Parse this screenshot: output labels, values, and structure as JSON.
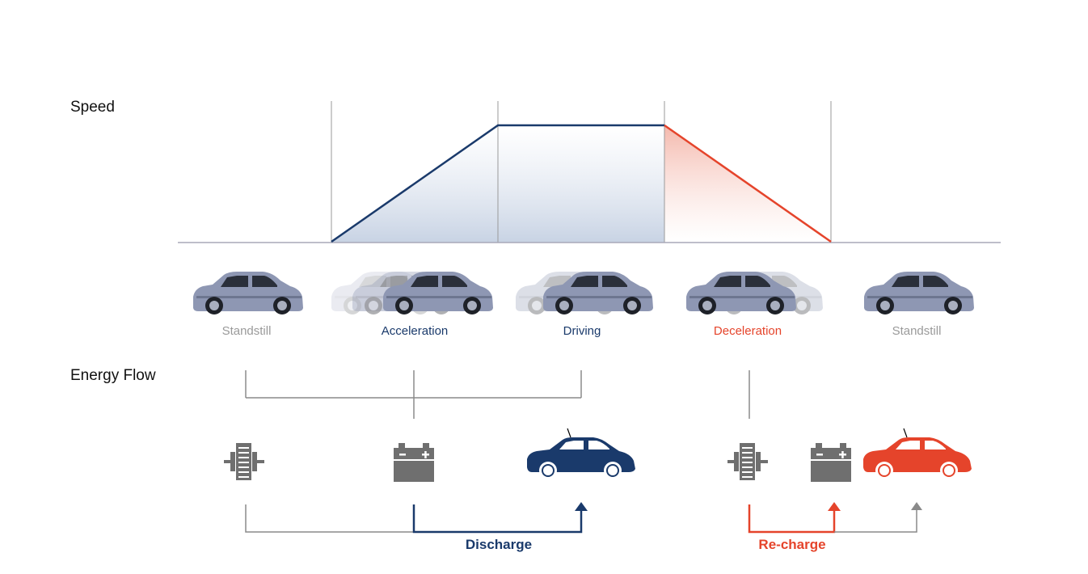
{
  "labels": {
    "speed": "Speed",
    "energy_flow": "Energy Flow"
  },
  "phases": [
    {
      "label": "Standstill",
      "color": "#9a9a9a"
    },
    {
      "label": "Acceleration",
      "color": "#1a3a6b"
    },
    {
      "label": "Driving",
      "color": "#1a3a6b"
    },
    {
      "label": "Deceleration",
      "color": "#e5442b"
    },
    {
      "label": "Standstill",
      "color": "#9a9a9a"
    }
  ],
  "flows": {
    "discharge": {
      "label": "Discharge",
      "color": "#1a3a6b"
    },
    "recharge": {
      "label": "Re-charge",
      "color": "#e5442b"
    }
  },
  "icons": {
    "motor": "electric-motor-icon",
    "battery": "battery-icon",
    "car": "car-icon"
  },
  "colors": {
    "navy": "#1a3a6b",
    "red": "#e5442b",
    "gray": "#8a8a8a",
    "car_body": "#8e97b3"
  }
}
